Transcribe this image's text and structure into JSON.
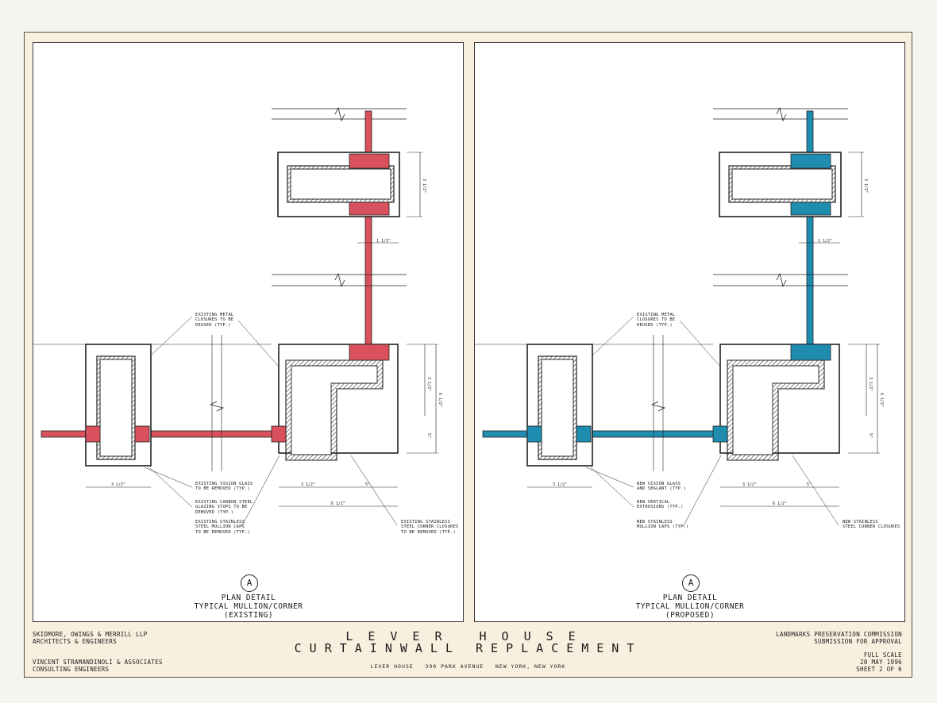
{
  "drawing": {
    "left_panel": {
      "callout": "A",
      "title_lines": [
        "Plan Detail",
        "Typical Mullion/Corner",
        "(Existing)"
      ],
      "notes": {
        "top": "Existing metal\nclosures to be\nreused (typ.)",
        "glass": "Existing vision glass\nto be removed (typ.)",
        "stops": "Existing carbon steel\nglazing stops to be\nremoved (typ.)",
        "caps": "Existing stainless\nsteel mullion caps\nto be removed (typ.)",
        "corner": "Existing stainless\nsteel corner closures\nto be removed (typ.)"
      }
    },
    "right_panel": {
      "callout": "A",
      "title_lines": [
        "Plan Detail",
        "Typical Mullion/Corner",
        "(Proposed)"
      ],
      "notes": {
        "top": "Existing metal\nclosures to be\nreused (typ.)",
        "glass": "New vision glass\nand sealant (typ.)",
        "extrusions": "New vertical\nextrusions (typ.)",
        "caps": "New stainless\nmullion caps (typ.)",
        "corner": "New stainless\nsteel corner closures"
      }
    },
    "dimensions": {
      "three_half": "3 1/2\"",
      "one_half": "1 1/2\"",
      "five": "5\"",
      "six_half": "6 1/2\""
    },
    "colors": {
      "existing_highlight": "#d9515d",
      "proposed_highlight": "#1e8db0",
      "linework": "#222222",
      "sheet_border": "#f9efdf"
    }
  },
  "title_block": {
    "firm_1": "Skidmore, Owings & Merrill LLP",
    "firm_1_sub": "Architects & Engineers",
    "firm_2": "Vincent Stramandinoli & Associates",
    "firm_2_sub": "Consulting Engineers",
    "project_line_1": "Lever House",
    "project_line_2": "Curtainwall Replacement",
    "address": "Lever House   390 Park Avenue   New York, New York",
    "submission_1": "Landmarks Preservation Commission",
    "submission_2": "Submission for Approval",
    "scale": "Full Scale",
    "date": "20 May 1996",
    "sheet": "Sheet 2 of 6"
  }
}
